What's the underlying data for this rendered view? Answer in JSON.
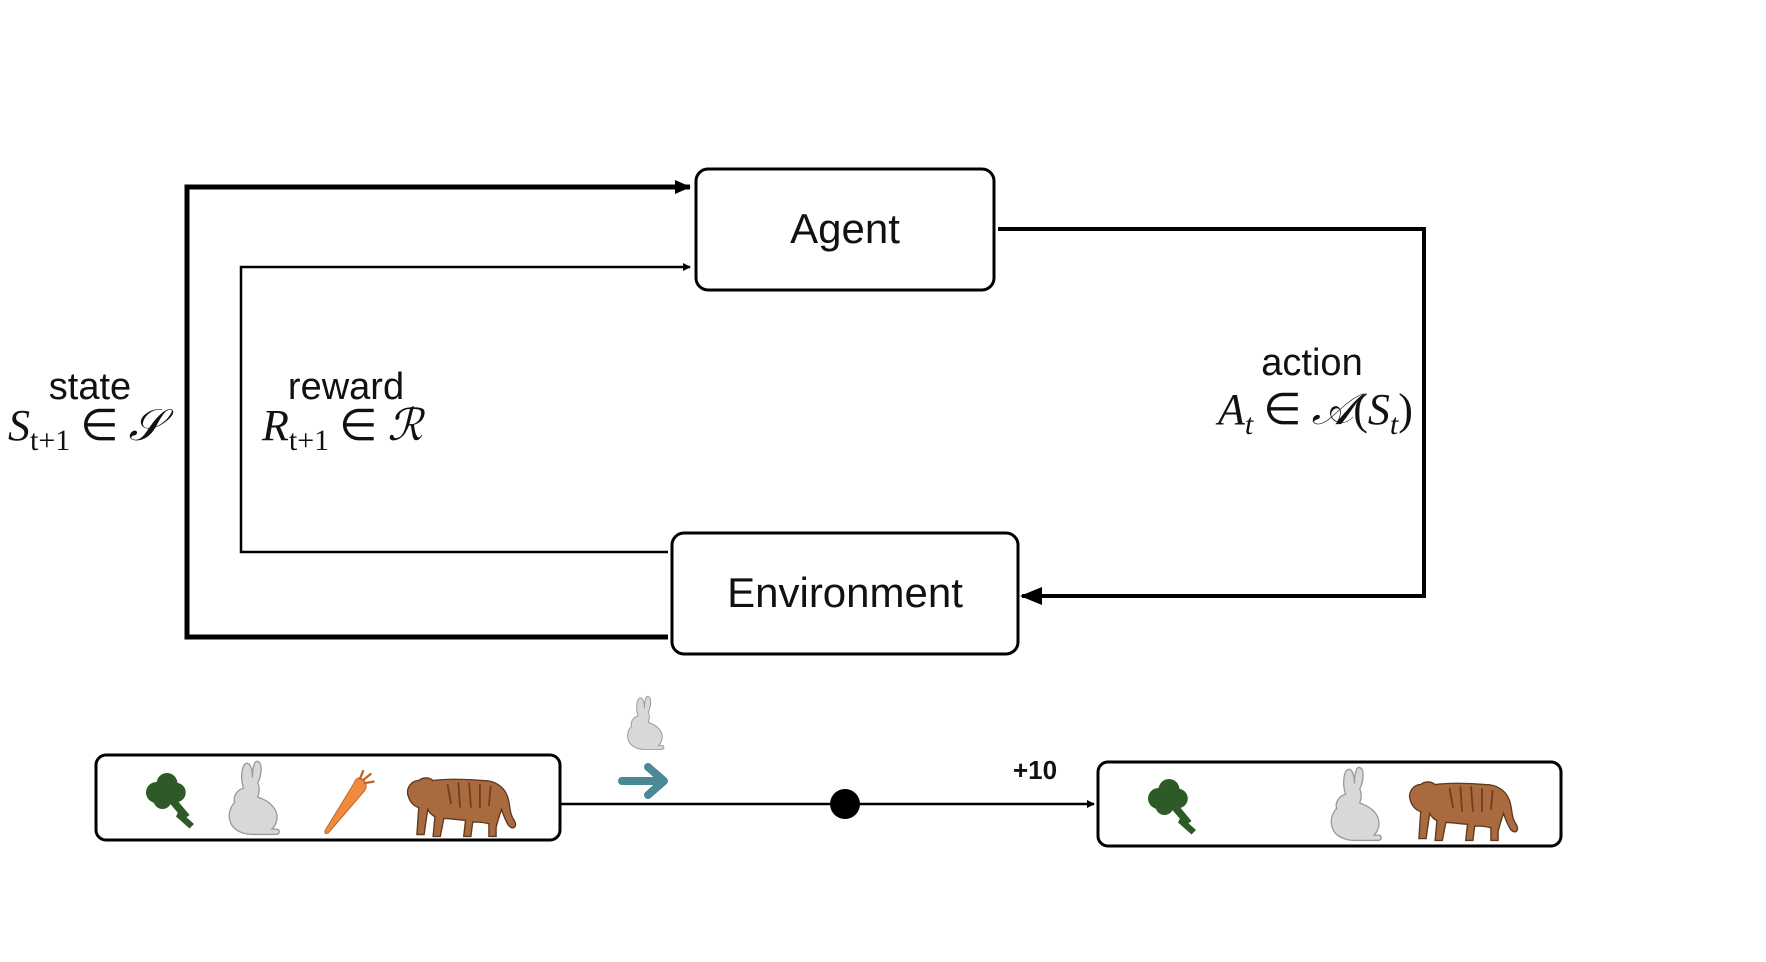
{
  "agent": {
    "label": "Agent"
  },
  "environment": {
    "label": "Environment"
  },
  "state": {
    "word": "state",
    "symbol": "S",
    "subscript": "t+1",
    "relation": "∈",
    "set": "𝒮"
  },
  "reward": {
    "word": "reward",
    "symbol": "R",
    "subscript": "t+1",
    "relation": "∈",
    "set": "ℛ"
  },
  "action": {
    "word": "action",
    "symbol": "A",
    "subscript": "t",
    "relation": "∈",
    "set": "𝒜",
    "arg_open": "(",
    "arg_symbol": "S",
    "arg_subscript": "t",
    "arg_close": ")"
  },
  "example": {
    "reward_value": "+10",
    "before_items": [
      "broccoli-icon",
      "rabbit-icon",
      "carrot-icon",
      "tiger-icon"
    ],
    "after_items": [
      "broccoli-icon",
      "rabbit-icon",
      "tiger-icon"
    ],
    "moving_agent": "rabbit-icon",
    "move_direction": "right-arrow-icon"
  },
  "colors": {
    "line": "#000000",
    "arrow_teal": "#4a8a96",
    "broccoli": "#2e5a27",
    "rabbit": "#d8d8d8",
    "carrot": "#f08a3c",
    "tiger": "#a86a3e"
  }
}
